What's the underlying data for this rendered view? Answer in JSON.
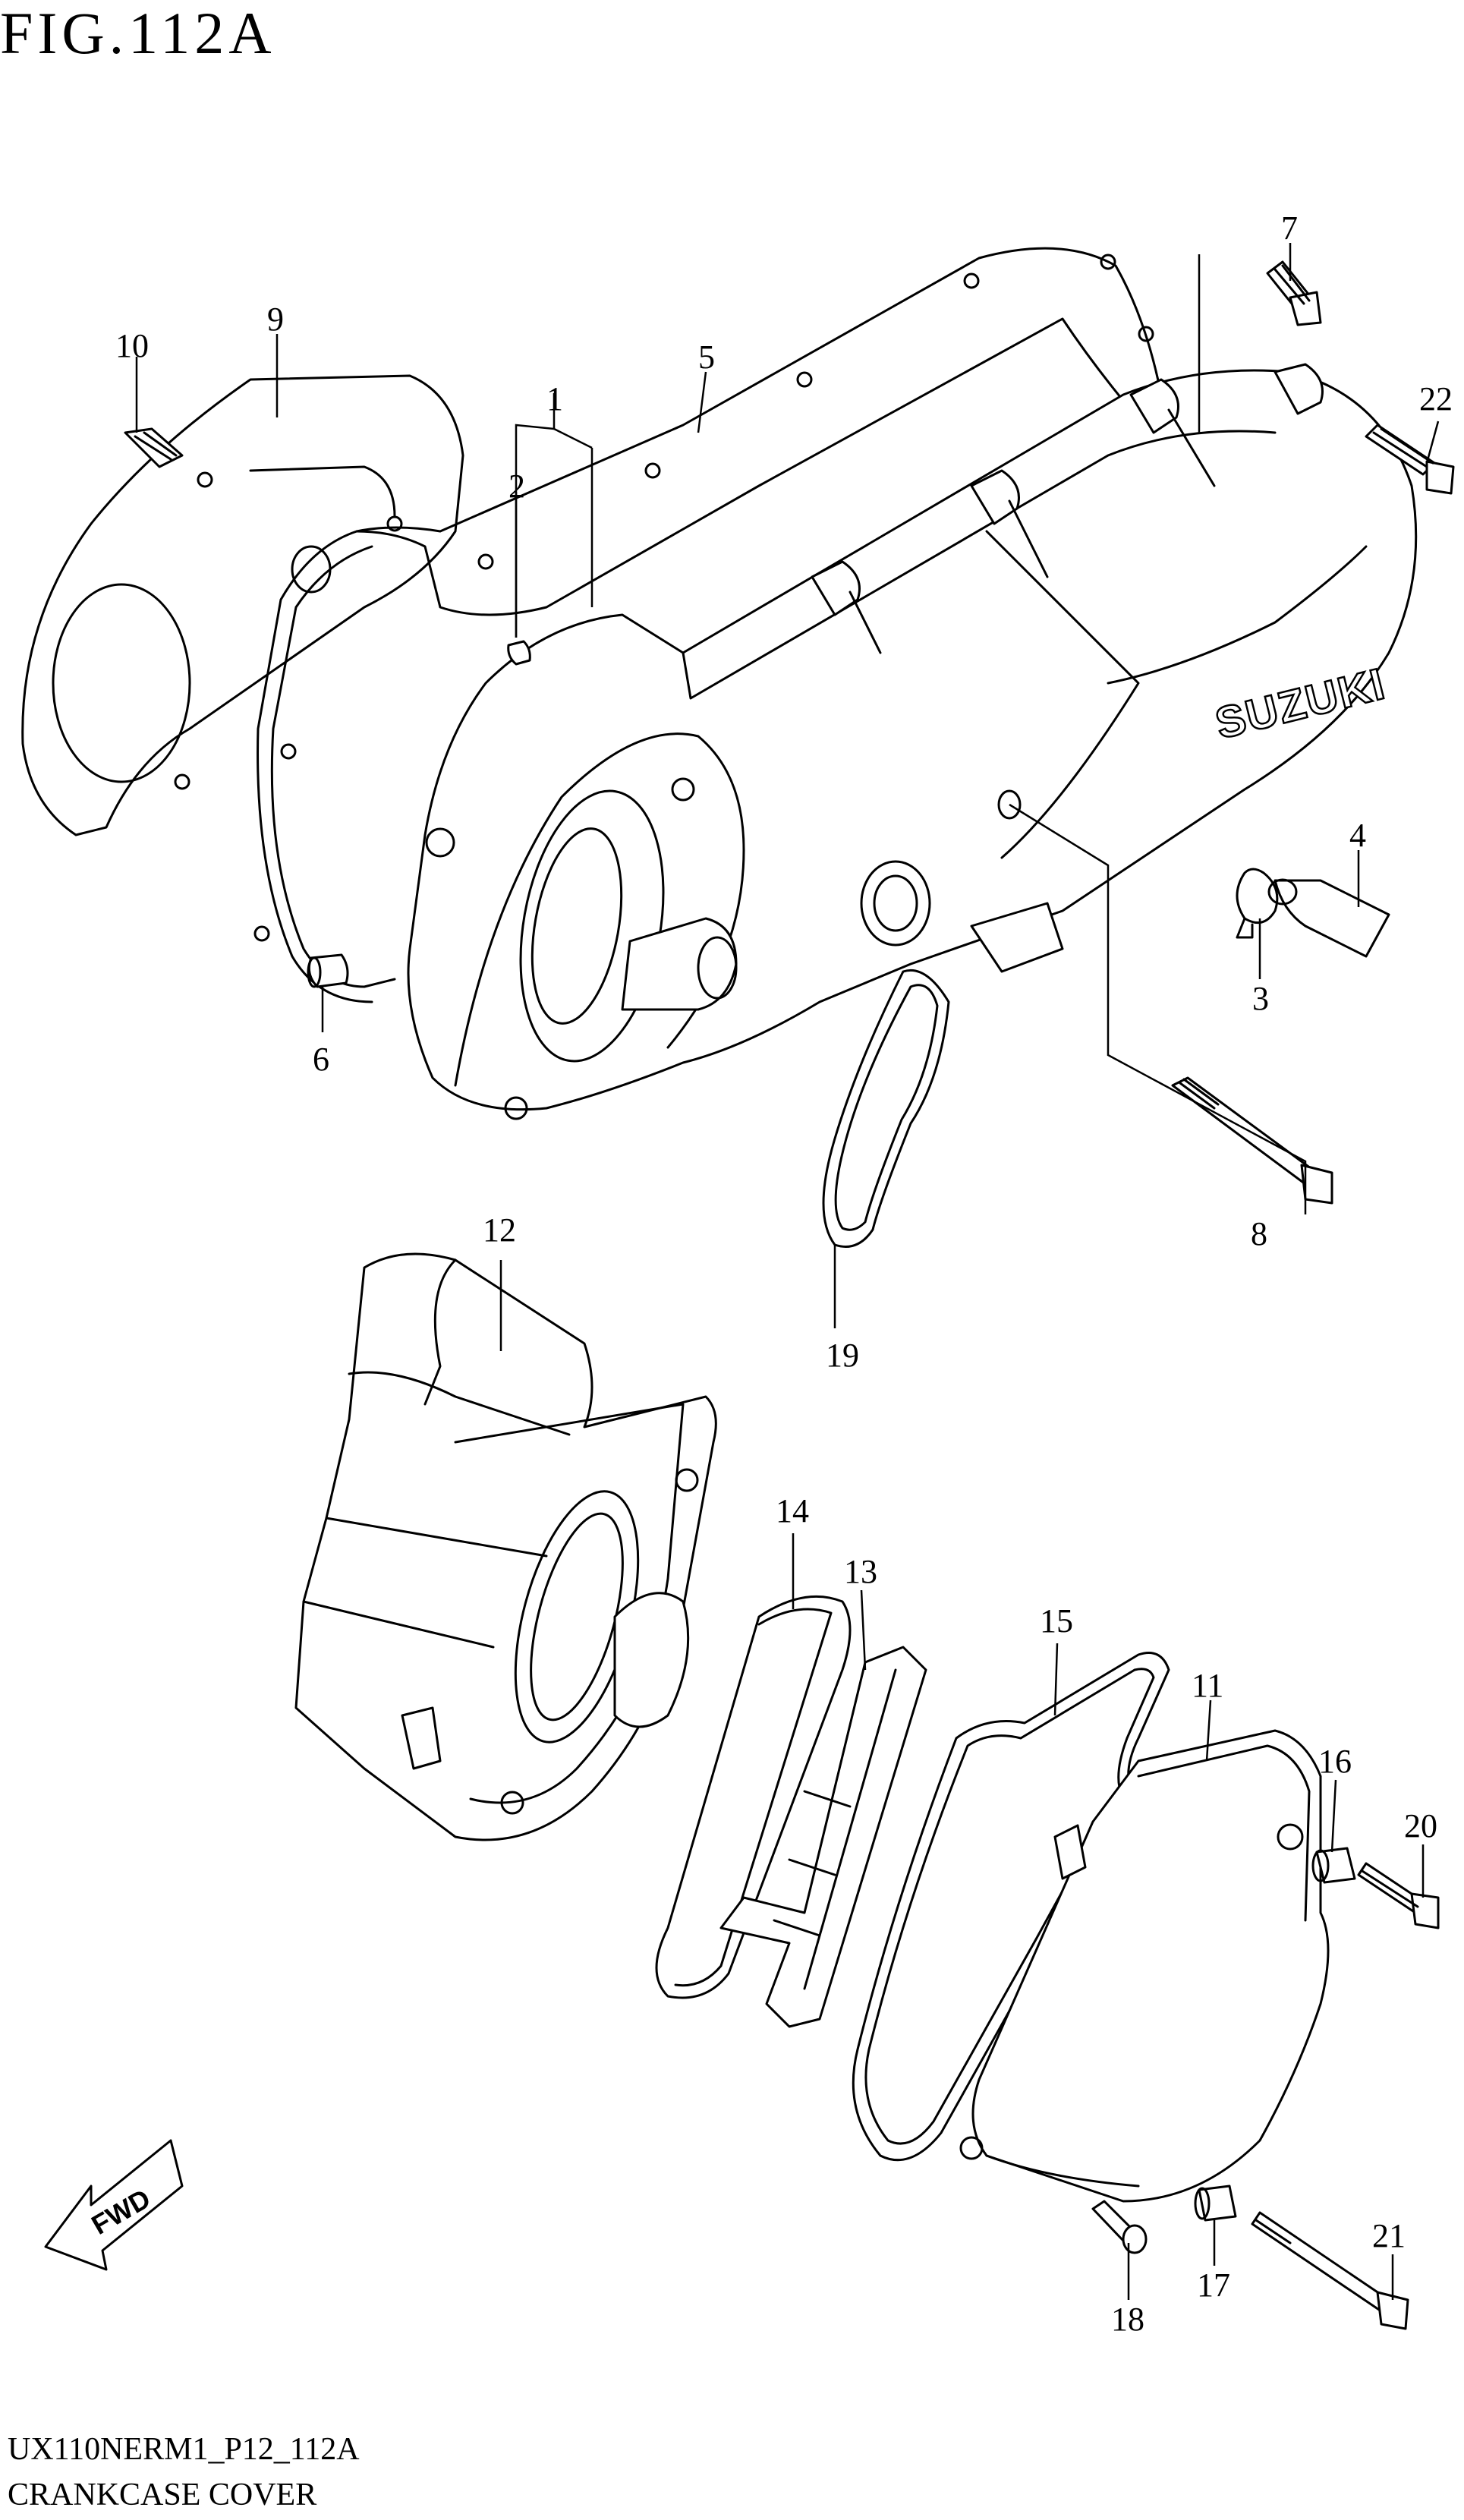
{
  "figure": {
    "title": "FIG.112A",
    "code": "UX110NERM1_P12_112A",
    "caption": "CRANKCASE COVER"
  },
  "logos": {
    "brand": "SUZUKI",
    "direction": "FWD"
  },
  "callouts": [
    "1",
    "2",
    "3",
    "4",
    "5",
    "6",
    "7",
    "8",
    "9",
    "10",
    "11",
    "12",
    "13",
    "14",
    "15",
    "16",
    "17",
    "18",
    "19",
    "20",
    "21",
    "22"
  ]
}
